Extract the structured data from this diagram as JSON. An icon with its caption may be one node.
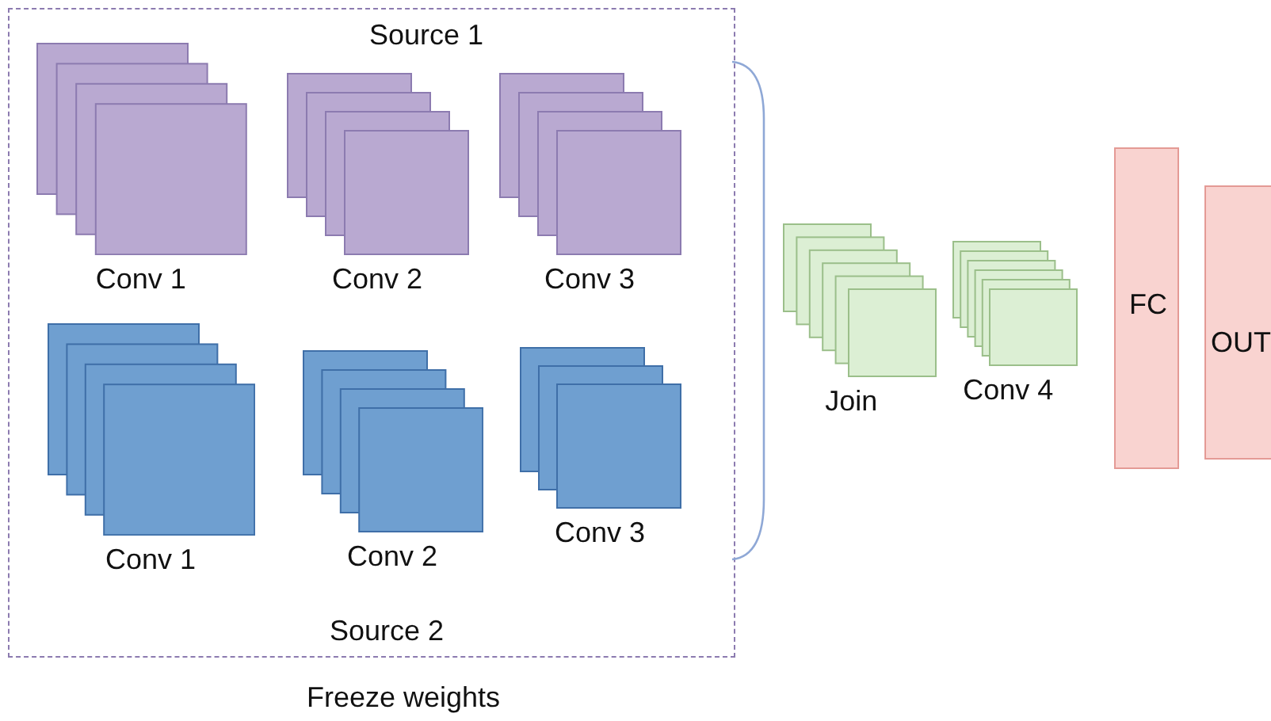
{
  "diagram": {
    "nodes": [
      {
        "text": [
          "Freeze weights"
        ]
      },
      {
        "text": [],
        "shape": "box",
        "in": 0,
        "beside": [
          "Conv 1"
        ]
      },
      {
        "text": [],
        "shape": "box",
        "in": 0,
        "beside": [
          "Conv 2"
        ]
      },
      {
        "text": [],
        "shape": "box",
        "in": 0,
        "beside": [
          "Conv 3"
        ]
      },
      {
        "text": [],
        "shape": "box",
        "in": 0,
        "beside": [
          "Conv 1"
        ]
      },
      {
        "text": [],
        "shape": "box",
        "in": 0,
        "beside": [
          "Conv 2"
        ]
      },
      {
        "text": [],
        "shape": "box",
        "in": 0,
        "beside": [
          "Conv 3"
        ]
      },
      {
        "text": [],
        "shape": "box",
        "beside": [
          "Join"
        ]
      },
      {
        "text": [],
        "shape": "box",
        "beside": [
          "Conv 4"
        ]
      },
      {
        "text": [
          "FC"
        ]
      },
      {
        "text": [
          "OUT"
        ]
      }
    ],
    "labels": [
      "Source 1",
      "Source 2"
    ]
  }
}
